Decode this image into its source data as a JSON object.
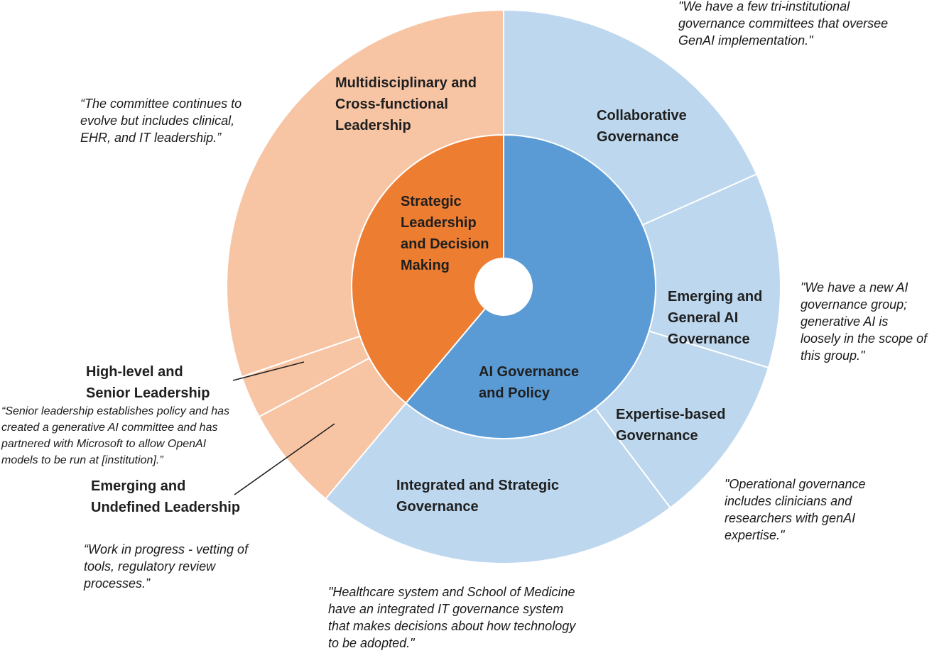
{
  "chart_data": {
    "type": "sunburst",
    "colors": {
      "orange_inner": "#ED7D31",
      "orange_outer": "#F8C5A4",
      "blue_inner": "#5B9BD5",
      "blue_outer": "#BDD7EE",
      "separator": "#ffffff"
    },
    "inner": [
      {
        "name": "Strategic Leadership and Decision Making",
        "lines": [
          "Strategic",
          "Leadership",
          "and Decision",
          "Making"
        ],
        "start_deg": 220,
        "end_deg": 360,
        "color": "#ED7D31"
      },
      {
        "name": "AI Governance and Policy",
        "lines": [
          "AI Governance",
          "and Policy"
        ],
        "start_deg": 0,
        "end_deg": 220,
        "color": "#5B9BD5"
      }
    ],
    "outer": [
      {
        "name": "Collaborative Governance",
        "lines": [
          "Collaborative",
          "Governance"
        ],
        "start_deg": 0,
        "end_deg": 66,
        "color": "#BDD7EE"
      },
      {
        "name": "Emerging and General AI Governance",
        "lines": [
          "Emerging and",
          "General AI",
          "Governance"
        ],
        "start_deg": 66,
        "end_deg": 107,
        "color": "#BDD7EE"
      },
      {
        "name": "Expertise-based Governance",
        "lines": [
          "Expertise-based",
          "Governance"
        ],
        "start_deg": 107,
        "end_deg": 143,
        "color": "#BDD7EE"
      },
      {
        "name": "Integrated and Strategic Governance",
        "lines": [
          "Integrated and Strategic",
          "Governance"
        ],
        "start_deg": 143,
        "end_deg": 220,
        "color": "#BDD7EE"
      },
      {
        "name": "Emerging and Undefined Leadership",
        "lines": [],
        "start_deg": 220,
        "end_deg": 242,
        "color": "#F8C5A4"
      },
      {
        "name": "High-level and Senior Leadership",
        "lines": [],
        "start_deg": 242,
        "end_deg": 251,
        "color": "#F8C5A4"
      },
      {
        "name": "Multidisciplinary and Cross-functional Leadership",
        "lines": [
          "Multidisciplinary and",
          "Cross-functional",
          "Leadership"
        ],
        "start_deg": 251,
        "end_deg": 360,
        "color": "#F8C5A4"
      }
    ],
    "external_labels": [
      {
        "segment": "High-level and Senior Leadership",
        "lines": [
          "High-level and",
          "Senior Leadership"
        ]
      },
      {
        "segment": "Emerging and Undefined Leadership",
        "lines": [
          "Emerging and",
          "Undefined Leadership"
        ]
      }
    ]
  },
  "quotes": {
    "tri_institutional": "\"We have a few tri-institutional\ngovernance committees that oversee\nGenAI implementation.\"",
    "committee": "“The committee continues to\nevolve but includes clinical,\nEHR, and IT leadership.”",
    "new_ai_group": "\"We have a new AI\ngovernance group;\ngenerative AI is\nloosely in the scope of\nthis group.\"",
    "senior_leadership": "“Senior leadership establishes policy and has\ncreated a generative AI committee and has\npartnered with Microsoft to allow OpenAI\nmodels to be run at [institution].”",
    "operational": "\"Operational governance\nincludes clinicians and\nresearchers with genAI\nexpertise.\"",
    "work_in_progress": "“Work in progress - vetting of\ntools, regulatory review\nprocesses.”",
    "healthcare_system": "\"Healthcare system and School of Medicine\nhave an integrated IT governance system\nthat makes decisions about how technology\nto be adopted.\""
  }
}
